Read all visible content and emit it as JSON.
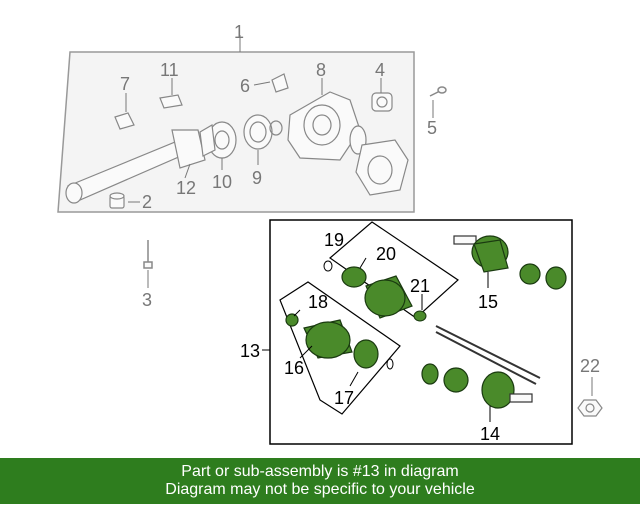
{
  "callouts": {
    "c1": "1",
    "c2": "2",
    "c3": "3",
    "c4": "4",
    "c5": "5",
    "c6": "6",
    "c7": "7",
    "c8": "8",
    "c9": "9",
    "c10": "10",
    "c11": "11",
    "c12": "12",
    "c13": "13",
    "c14": "14",
    "c15": "15",
    "c16": "16",
    "c17": "17",
    "c18": "18",
    "c19": "19",
    "c20": "20",
    "c21": "21",
    "c22": "22"
  },
  "banner": {
    "line1": "Part or sub-assembly is #13 in diagram",
    "line2": "Diagram may not be specific to your vehicle"
  },
  "colors": {
    "highlight_green": "#2e7d1e",
    "part_grey": "#777777",
    "part_fill_green": "#4a8a2a"
  }
}
